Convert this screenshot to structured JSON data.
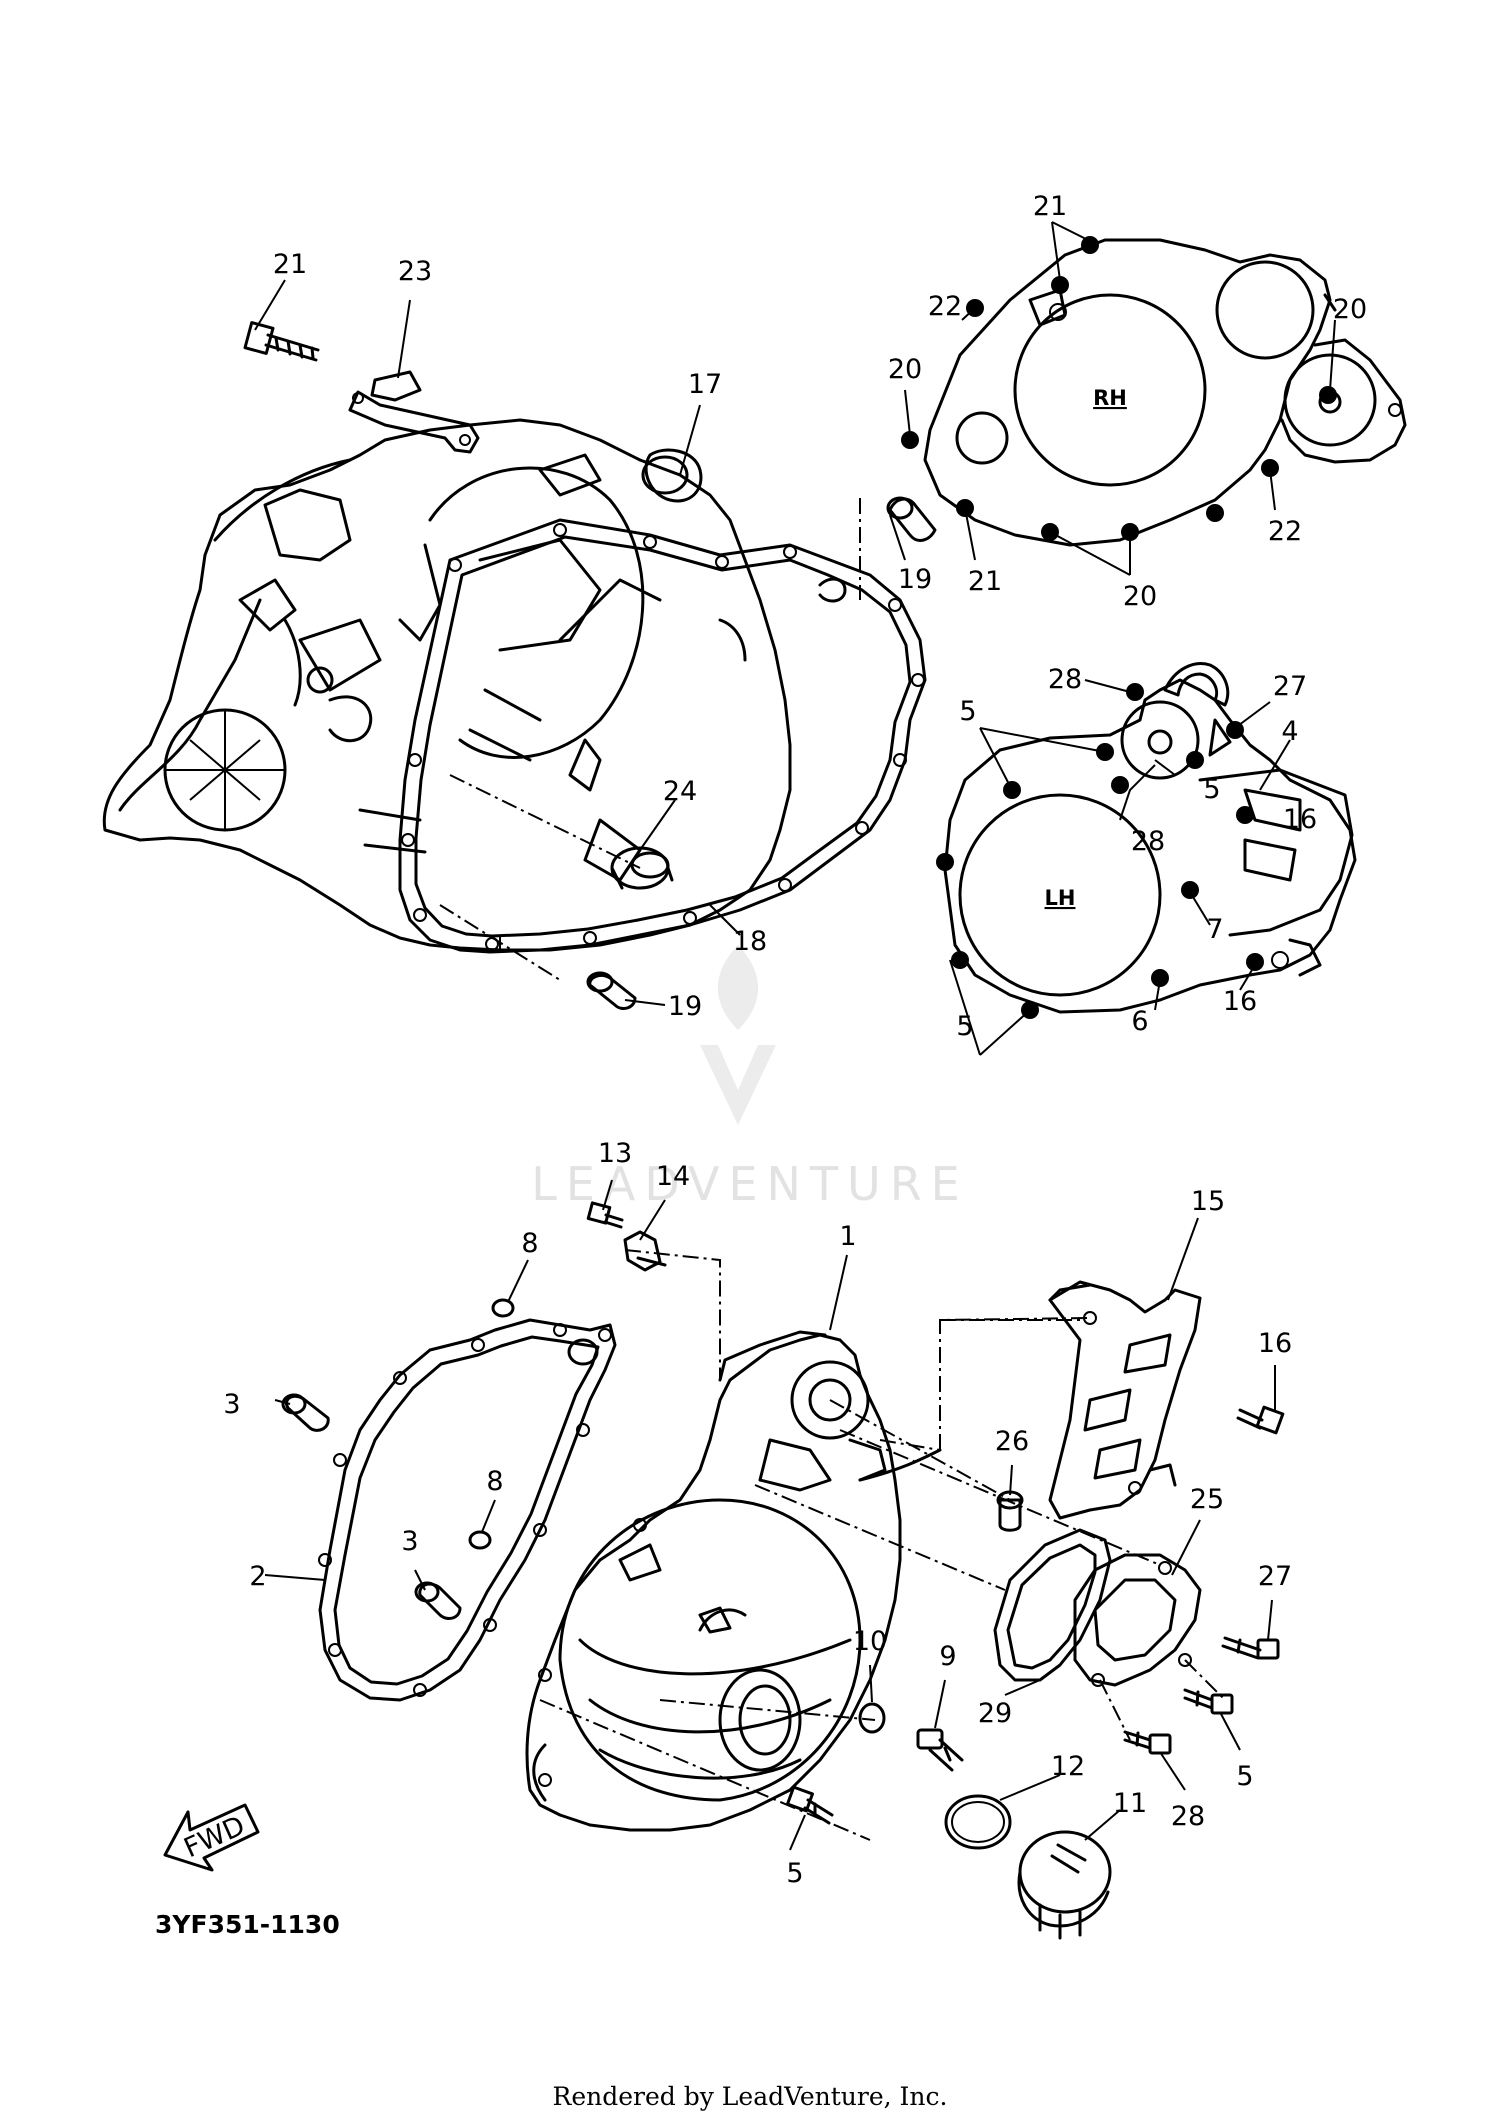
{
  "diagram_code": "3YF351-1130",
  "fwd_label": "FWD",
  "rh_label": "RH",
  "lh_label": "LH",
  "watermark": "LEADVENTURE",
  "footer": "Rendered by LeadVenture, Inc.",
  "callouts": [
    "1",
    "2",
    "3",
    "3",
    "4",
    "5",
    "5",
    "5",
    "5",
    "5",
    "5",
    "6",
    "7",
    "8",
    "8",
    "9",
    "10",
    "11",
    "12",
    "13",
    "14",
    "15",
    "16",
    "16",
    "16",
    "17",
    "18",
    "19",
    "19",
    "20",
    "20",
    "20",
    "21",
    "21",
    "21",
    "22",
    "22",
    "23",
    "24",
    "25",
    "26",
    "27",
    "27",
    "28",
    "28",
    "28",
    "29"
  ]
}
